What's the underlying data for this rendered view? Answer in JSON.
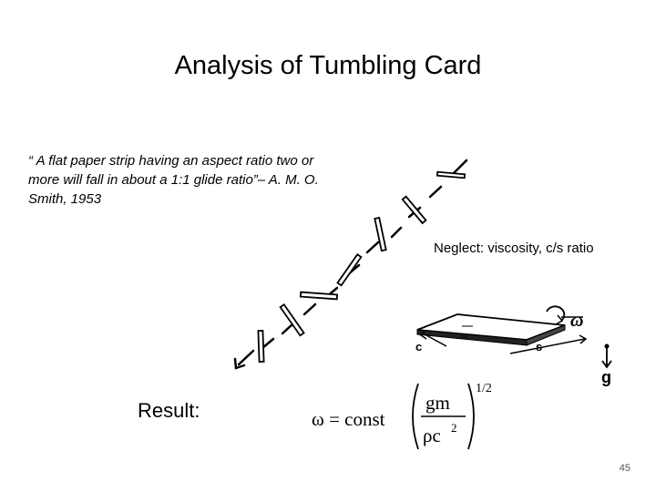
{
  "slide": {
    "title": "Analysis of Tumbling Card",
    "quote": "“ A flat paper strip having an aspect ratio two or more will fall in about a 1:1 glide ratio”– A. M. O. Smith, 1953",
    "neglect": "Neglect: viscosity, c/s ratio",
    "result_label": "Result:",
    "page_number": "45"
  },
  "diagram": {
    "label_m": "m",
    "label_c": "c",
    "label_s": "s",
    "label_omega": "ω",
    "label_g": "g"
  },
  "formula": {
    "lhs": "ω = const",
    "numerator": "gm",
    "denominator": "ρc",
    "den_exp": "2",
    "exponent": "1/2"
  }
}
